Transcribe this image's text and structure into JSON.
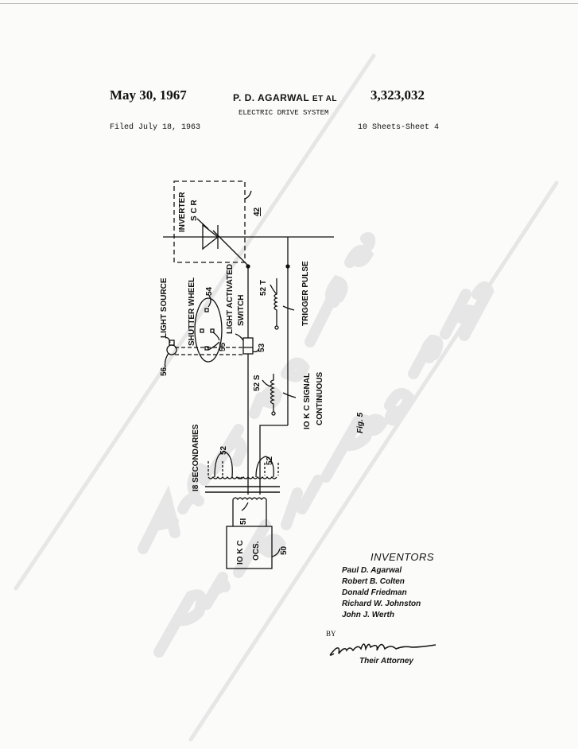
{
  "header": {
    "date": "May 30, 1967",
    "inventor": "P. D. AGARWAL",
    "et_al": "ET AL",
    "patent_number": "3,323,032",
    "title": "ELECTRIC DRIVE SYSTEM",
    "filed": "Filed July 18, 1963",
    "sheets": "10 Sheets-Sheet 4"
  },
  "diagram": {
    "figure": "Fig. 5",
    "labels": {
      "inverter": "INVERTER",
      "scr": "S C R",
      "ref42": "42",
      "light_source": "LIGHT SOURCE",
      "shutter_wheel": "SHUTTER WHEEL",
      "ref54": "54",
      "light_activated": "LIGHT ACTIVATED",
      "switch": "SWITCH",
      "ref55": "55",
      "ref53": "53",
      "ref56": "56",
      "ref52t": "52 T",
      "trigger_pulse": "TRIGGER PULSE",
      "ref52s": "52 S",
      "signal": "IO K C SIGNAL",
      "continuous": "CONTINUOUS",
      "secondaries": "I8 SECONDARIES",
      "ref52a": "52",
      "ref52b": "52",
      "ref51": "5I",
      "osc1": "IO K C",
      "osc2": "OCS.",
      "ref50": "50"
    }
  },
  "inventors": {
    "heading": "INVENTORS",
    "names": [
      "Paul D. Agarwal",
      "Robert B. Colten",
      "Donald Friedman",
      "Richard W. Johnston",
      "John J. Werth"
    ]
  },
  "by": "BY",
  "attorney_label": "Their Attorney",
  "watermark": [
    "Archived by:",
    "Pilot Registry"
  ]
}
